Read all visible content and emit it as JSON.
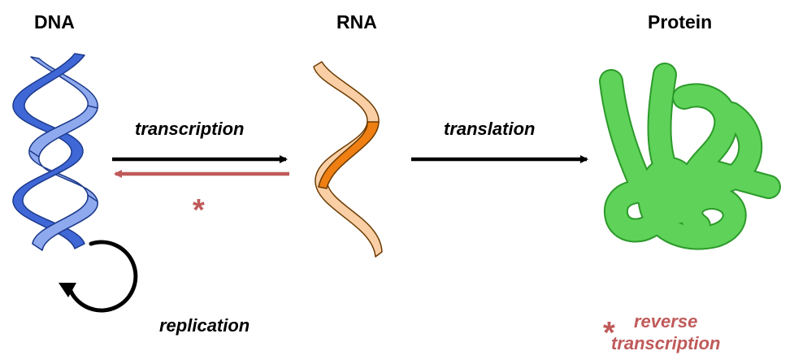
{
  "titles": {
    "dna": "DNA",
    "rna": "RNA",
    "protein": "Protein"
  },
  "processes": {
    "transcription": "transcription",
    "translation": "translation",
    "replication": "replication",
    "reverse_marker": "*",
    "legend_marker": "*",
    "reverse_line1": "reverse",
    "reverse_line2": "transcription"
  },
  "colors": {
    "dna_dark": "#3f67d6",
    "dna_light": "#8fa9ee",
    "rna_dark": "#ef7f12",
    "rna_light": "#fbcfa6",
    "protein": "#5fd25a",
    "reverse": "#c05a5a",
    "arrow": "#000000"
  },
  "icons": {
    "dna": "double-helix-icon",
    "rna": "single-strand-icon",
    "protein": "folded-chain-icon"
  }
}
